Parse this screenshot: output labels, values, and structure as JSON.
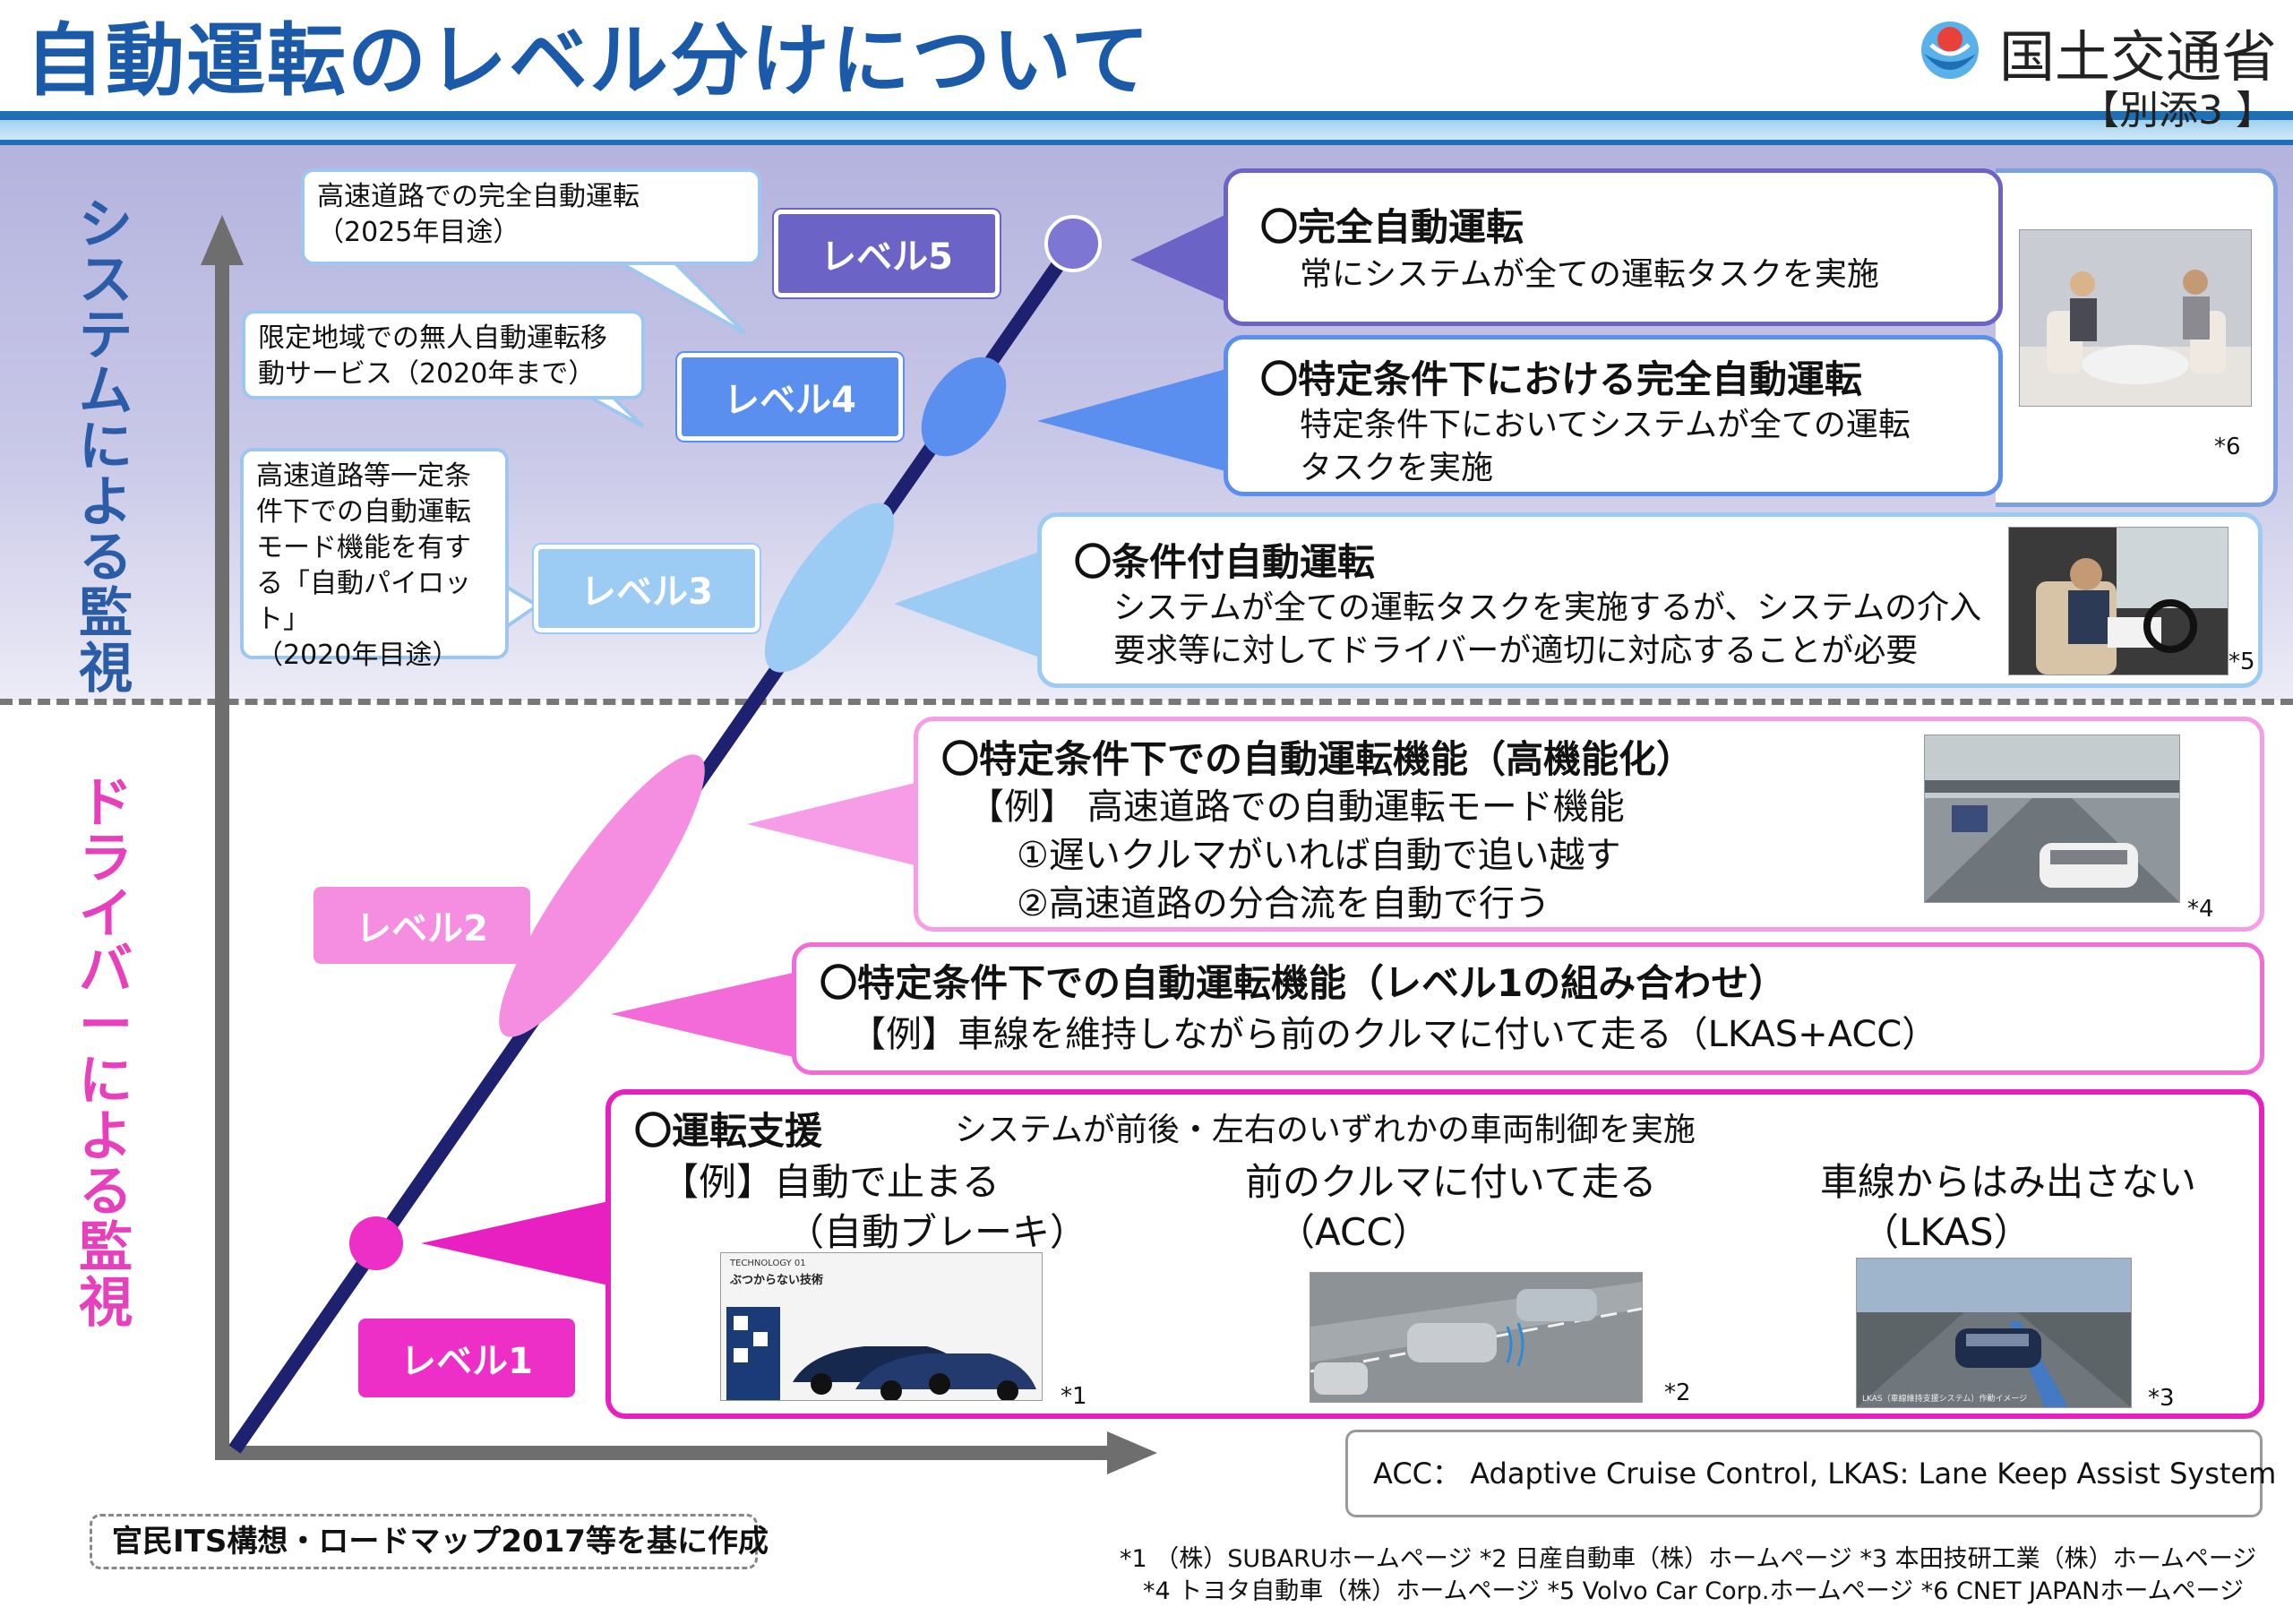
{
  "header": {
    "title": "自動運転のレベル分けについて",
    "ministry": "国土交通省",
    "attachment": "【別添3 】",
    "accent_color": "#1a5aa8"
  },
  "axis_labels": {
    "system": "システムによる監視",
    "driver": "ドライバーによる監視"
  },
  "levels": {
    "l5": "レベル5",
    "l4": "レベル4",
    "l3": "レベル3",
    "l2": "レベル2",
    "l1": "レベル1"
  },
  "callouts": {
    "c5": [
      "高速道路での完全自動運転",
      "（2025年目途）"
    ],
    "c4": [
      "限定地域での無人自動運転移",
      "動サービス（2020年まで）"
    ],
    "c3": [
      "高速道路等一定条",
      "件下での自動運転",
      "モード機能を有す",
      "る「自動パイロット」",
      "（2020年目途）"
    ]
  },
  "panels": {
    "p5": {
      "title": "〇完全自動運転",
      "lines": [
        "常にシステムが全ての運転タスクを実施"
      ]
    },
    "p4": {
      "title": "〇特定条件下における完全自動運転",
      "lines": [
        "特定条件下においてシステムが全ての運転",
        "タスクを実施"
      ],
      "note": "*6"
    },
    "p3": {
      "title": "〇条件付自動運転",
      "lines": [
        "システムが全ての運転タスクを実施するが、システムの介入",
        "要求等に対してドライバーが適切に対応することが必要"
      ],
      "note": "*5"
    },
    "p2": {
      "title": "〇特定条件下での自動運転機能（高機能化）",
      "lines": [
        "【例】 高速道路での自動運転モード機能",
        "①遅いクルマがいれば自動で追い越す",
        "②高速道路の分合流を自動で行う"
      ],
      "note": "*4"
    },
    "p2b": {
      "title": "〇特定条件下での自動運転機能（レベル1の組み合わせ）",
      "lines": [
        "【例】車線を維持しながら前のクルマに付いて走る（LKAS+ACC）"
      ]
    },
    "p1": {
      "title": "〇運転支援",
      "subtitle": "システムが前後・左右のいずれかの車両制御を実施",
      "examples": [
        {
          "line1": "【例】自動で止まる",
          "line2": "（自動ブレーキ）",
          "note": "*1"
        },
        {
          "line1": "前のクルマに付いて走る",
          "line2": "（ACC）",
          "note": "*2"
        },
        {
          "line1": "車線からはみ出さない",
          "line2": "（LKAS）",
          "note": "*3"
        }
      ],
      "photo1_caption": "TECHNOLOGY 01",
      "photo1_heading": "ぶつからない技術",
      "photo3_caption": "LKAS（車線維持支援システム）作動イメージ"
    }
  },
  "acc_definition": "ACC： Adaptive Cruise Control,  LKAS: Lane Keep Assist System",
  "source": "官民ITS構想・ロードマップ2017等を基に作成",
  "references": [
    "*1 （株）SUBARUホームページ  *2 日産自動車（株）ホームページ  *3 本田技研工業（株）ホームページ",
    "*4 トヨタ自動車（株）ホームページ   *5 Volvo Car Corp.ホームページ  *6 CNET JAPANホームページ"
  ],
  "colors": {
    "level5": "#6b63c6",
    "level4": "#5a8ff0",
    "level3": "#9ccbf4",
    "level2": "#f58ee0",
    "level1": "#ee2fc7",
    "axis": "#6e6e6e",
    "diagonal": "#1e2070"
  }
}
